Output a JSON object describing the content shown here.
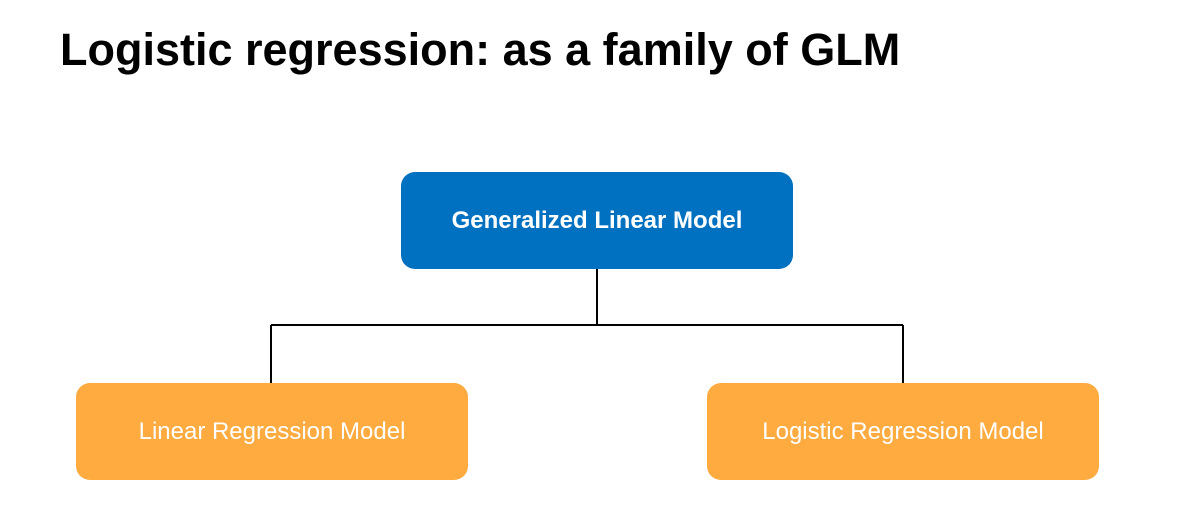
{
  "title": "Logistic regression: as a family of GLM",
  "diagram": {
    "root": {
      "label": "Generalized Linear Model",
      "color": "#0070c0"
    },
    "children": [
      {
        "label": "Linear Regression Model",
        "color": "#ffab40"
      },
      {
        "label": "Logistic Regression Model",
        "color": "#ffab40"
      }
    ],
    "connector_color": "#000000"
  }
}
